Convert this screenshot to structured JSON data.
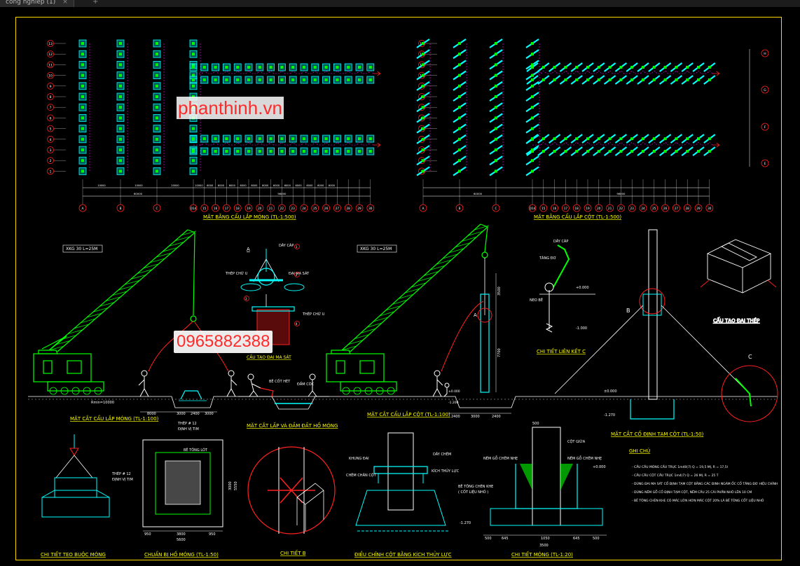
{
  "tab": {
    "title": "cong nghiep (1)",
    "close": "×",
    "add": "+"
  },
  "watermark": {
    "site": "phanthinh.vn",
    "phone": "0965882388"
  },
  "plan_left": {
    "title": "MẶT BẰNG CẨU LẮP MÓNG (TL-1:500)",
    "row_labels": [
      "13",
      "12",
      "11",
      "10",
      "9",
      "8",
      "7",
      "6",
      "5",
      "4",
      "3",
      "2",
      "1"
    ],
    "col_labels": [
      "A",
      "B",
      "C",
      "D14",
      "15",
      "16",
      "17",
      "18",
      "19",
      "20",
      "21",
      "22",
      "23",
      "24",
      "25",
      "26",
      "27",
      "28",
      "29",
      "30"
    ],
    "dims": [
      "10000",
      "10000",
      "20000",
      "10000",
      "6000",
      "6000",
      "6000",
      "6000",
      "6000",
      "6000",
      "6000",
      "6000",
      "6000",
      "6000",
      "6000",
      "6000"
    ],
    "totals": [
      "60000",
      "96000"
    ]
  },
  "plan_right": {
    "title": "MẶT BẰNG CẨU LẮP CỘT (TL-1:500)",
    "row_labels": [
      "13",
      "12",
      "11",
      "10",
      "9",
      "8",
      "7",
      "6",
      "5",
      "4",
      "3",
      "2",
      "1"
    ],
    "right_labels": [
      "H",
      "G",
      "F",
      "E"
    ],
    "col_labels": [
      "A",
      "B",
      "C",
      "D14",
      "15",
      "16",
      "17",
      "18",
      "19",
      "20",
      "21",
      "22",
      "23",
      "24",
      "25",
      "26",
      "27",
      "28",
      "29",
      "30"
    ],
    "totals": [
      "60000",
      "96000"
    ]
  },
  "section_a": {
    "crane_tag": "XKG 30 L=25M",
    "title": "MẶT CẮT CẨU LẮP MÓNG (TL-1:100)",
    "dims": [
      "8000",
      "3000",
      "2400",
      "3000"
    ],
    "radius": "Rmin=10000"
  },
  "detail_a": {
    "tag": "A",
    "labels": [
      "DÂY CÁP",
      "THÉP CHỮ U",
      "ĐẠI MA SÁT",
      "THÉP CHỮ U"
    ],
    "title": "CẤU TẠO ĐAI MA SÁT",
    "nums": [
      "1",
      "2",
      "3",
      "4"
    ]
  },
  "section_b": {
    "labels": [
      "BÊ CỐT HÉT",
      "ĐẦM CÓC"
    ],
    "title": "MẶT CẮT LẤP VÀ ĐẦM ĐẤT HỐ MÓNG"
  },
  "section_c": {
    "crane_tag": "XKG 30 L=25M",
    "title": "MẶT CẮT CẨU LẮP CỘT (TL-1:100)",
    "tag": "A",
    "dims": [
      "3500",
      "7700",
      "2400",
      "3000",
      "2400"
    ],
    "levels": [
      "-1.200",
      "±0.000"
    ]
  },
  "detail_kc": {
    "labels": [
      "DÂY CÁP",
      "TĂNG ĐƠ",
      "NEO BÊ"
    ],
    "levels": [
      "+0.000",
      "-1.000"
    ],
    "title": "CHI TIẾT LIÊN KẾT C"
  },
  "section_d": {
    "title": "MẶT CẮT CỐ ĐỊNH TẠM CỘT (TL-1:50)",
    "tags": [
      "B",
      "C"
    ],
    "levels": [
      "±0.000",
      "-1.270"
    ]
  },
  "iso_detail": {
    "title": "CẤU TẠO ĐAI THÉP"
  },
  "bottom": {
    "d1_title": "CHI TIẾT TEO BUỘC MÓNG",
    "d1_labels": [
      "THÉP # 12",
      "ĐỊNH VỊ TIM"
    ],
    "d2_title": "CHUẨN BỊ HỐ MÓNG (TL-1:50)",
    "d2_labels": [
      "THÉP # 12",
      "ĐỊNH VỊ TIM",
      "BÊ TÔNG LÓT"
    ],
    "d2_dims": [
      "950",
      "3800",
      "950",
      "5600",
      "3000",
      "5550"
    ],
    "d3_title": "CHI TIẾT B",
    "d4_title": "ĐIỀU CHỈNH CỘT BẰNG KÍCH THỦY LỰC",
    "d4_labels": [
      "KHUNG ĐAI",
      "CHÊM CHÂN CỘT",
      "DÂY CHÊM",
      "KÍCH THỦY LỰC"
    ],
    "d5_title": "CHI TIẾT MÓNG (TL-1:20)",
    "d5_labels": [
      "CỘT GIỮA",
      "NÊM GỖ CHÊM NHẸ",
      "NÊM GỖ CHÊM NHẸ",
      "BÊ TÔNG CHÈN KHE",
      "( CỐT LIỆU NHỎ )"
    ],
    "d5_dims": [
      "500",
      "645",
      "1050",
      "645",
      "500"
    ],
    "d5_levels": [
      "+0.000",
      "-1.270"
    ],
    "d5_total": "3500"
  },
  "notes": {
    "title": "GHI CHÚ",
    "lines": [
      "- CẦU CẦU MÓNG CẦU TRỤC 1m40(7) Q = 19,5 MỊ, R = 17,5I",
      "- CẦU CẦU CỘT CẦU TRỤC 1m4(7) Q = 26 MỊ, R = 25 T",
      "- DÙNG ĐAI MA SÁT CỐ ĐỊNH TẠM CỘT BẰNG CÁC ĐINH NGÀM ỐC CỐ TĂNG ĐƠ HIỆU CHỈNH",
      "- DÙNG NÊM GỖ CỐ ĐỊNH TẠM CỘT, NÊM CẦU 25 CÁI PHẦN NHÔ LÊN 10 CM",
      "- BÊ TÔNG CHÈN KHE CÓ MÁC LỚN HƠN MÁC CỘT 20% LÀ BÊ TÔNG CỐT LIỆU NHỎ"
    ]
  },
  "colors": {
    "frame": "#ffd700",
    "cyan": "#00ffff",
    "green": "#00ff00",
    "yellow": "#ffff00",
    "red": "#ff2020",
    "magenta": "#ff00ff",
    "white": "#ffffff"
  }
}
